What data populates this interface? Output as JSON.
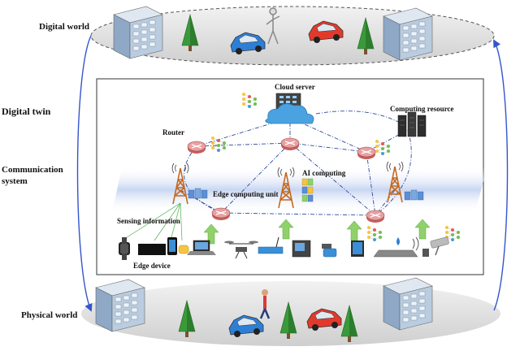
{
  "labels": {
    "digital_world": "Digital world",
    "digital_twin": "Digital twin",
    "communication_line1": "Communication",
    "communication_line2": "system",
    "physical_world": "Physical world",
    "cloud_server": "Cloud server",
    "computing_resource": "Computing resource",
    "router": "Router",
    "ai_computing": "AI computing",
    "edge_computing_unit": "Edge computing unit",
    "sensing_information": "Sensing information",
    "edge_device": "Edge device"
  },
  "colors": {
    "world_ellipse": "#dcdcdc",
    "sync_arrow": "#3355cc",
    "link_line": "#2b4a9a",
    "router": "#e38a8a",
    "cloud": "#4aa3e0",
    "tower": "#c4681e",
    "tree": "#3a9a3a",
    "car_blue": "#2d7fd6",
    "car_red": "#e23a2a",
    "building": "#a9bfd8",
    "edge_unit": "#5b8fd6",
    "up_arrow": "#8fd16a",
    "band": "#c9d6f2"
  },
  "icons": [
    "building-icon",
    "tree-icon",
    "car-icon",
    "person-icon",
    "cloud-server-icon",
    "server-rack-icon",
    "router-icon",
    "tower-icon",
    "neural-net-icon",
    "edge-unit-icon",
    "device-icon",
    "drone-icon",
    "camera-icon"
  ]
}
